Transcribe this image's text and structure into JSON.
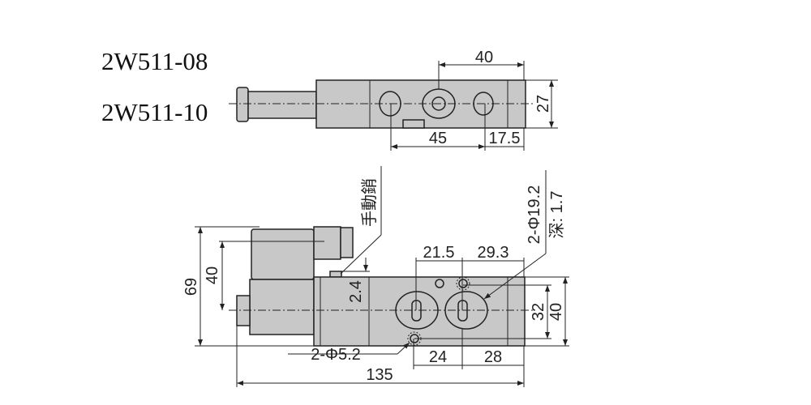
{
  "models": [
    "2W511-08",
    "2W511-10"
  ],
  "top_view": {
    "dims": {
      "port_pitch_top": "40",
      "height": "27",
      "port_pitch_bottom": "45",
      "end_offset": "17.5"
    }
  },
  "front_view": {
    "dims": {
      "overall_height": "69",
      "coil_center": "40",
      "pin_height": "2.4",
      "a": "21.5",
      "b": "29.3",
      "mount_pitch": "32",
      "body_height": "40",
      "c": "24",
      "d": "28",
      "overall_length": "135"
    },
    "labels": {
      "manual_pin": "手動銷",
      "ports": "2-Φ19.2",
      "depth": "深: 1.7",
      "mount_holes": "2-Φ5.2"
    }
  }
}
